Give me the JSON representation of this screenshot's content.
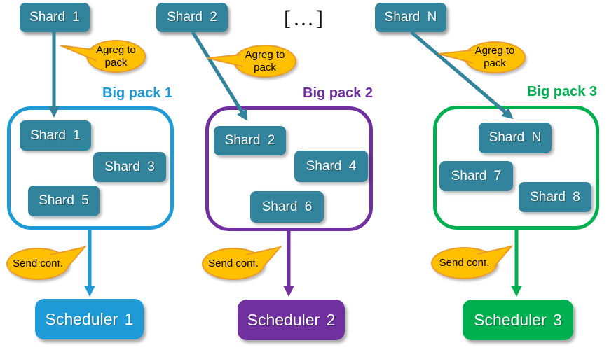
{
  "title": "Shard aggregation to big packs diagram",
  "ellipsis": "[…]",
  "colors": {
    "shard_teal": "#31849B",
    "pack1_blue": "#1E9BD7",
    "pack2_purple": "#7030A0",
    "pack3_green": "#00B050",
    "bubble_fill": "#FFC000",
    "bubble_border": "#E89C2E"
  },
  "columns": [
    {
      "source_shard": "Shard 1",
      "agreg_bubble": "Agreg to pack",
      "pack_label": "Big pack 1",
      "shards": [
        "Shard 1",
        "Shard 3",
        "Shard 5"
      ],
      "send_bubble": "Send conf.",
      "scheduler": "Scheduler 1"
    },
    {
      "source_shard": "Shard 2",
      "agreg_bubble": "Agreg to pack",
      "pack_label": "Big pack 2",
      "shards": [
        "Shard 2",
        "Shard 4",
        "Shard 6"
      ],
      "send_bubble": "Send conf.",
      "scheduler": "Scheduler 2"
    },
    {
      "source_shard": "Shard N",
      "agreg_bubble": "Agreg to pack",
      "pack_label": "Big pack 3",
      "shards": [
        "Shard N",
        "Shard 7",
        "Shard 8"
      ],
      "send_bubble": "Send conf.",
      "scheduler": "Scheduler 3"
    }
  ]
}
